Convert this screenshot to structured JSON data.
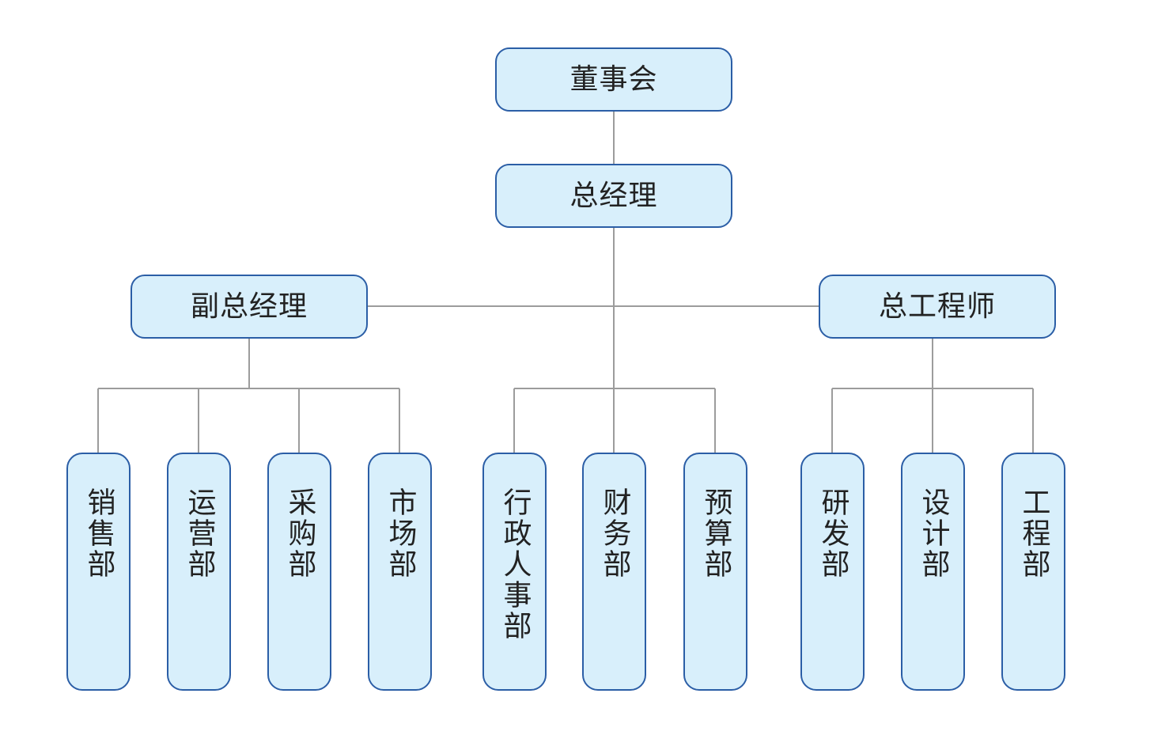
{
  "nodes": {
    "board": "董事会",
    "general_manager": "总经理",
    "deputy_general_manager": "副总经理",
    "chief_engineer": "总工程师"
  },
  "departments": {
    "deputy_group": [
      "销售部",
      "运营部",
      "采购部",
      "市场部"
    ],
    "manager_group": [
      "行政人事部",
      "财务部",
      "预算部"
    ],
    "engineer_group": [
      "研发部",
      "设计部",
      "工程部"
    ]
  },
  "colors": {
    "box_fill": "#d8effb",
    "box_border": "#2b5ea6",
    "connector": "#9c9c9c",
    "text": "#222222"
  }
}
